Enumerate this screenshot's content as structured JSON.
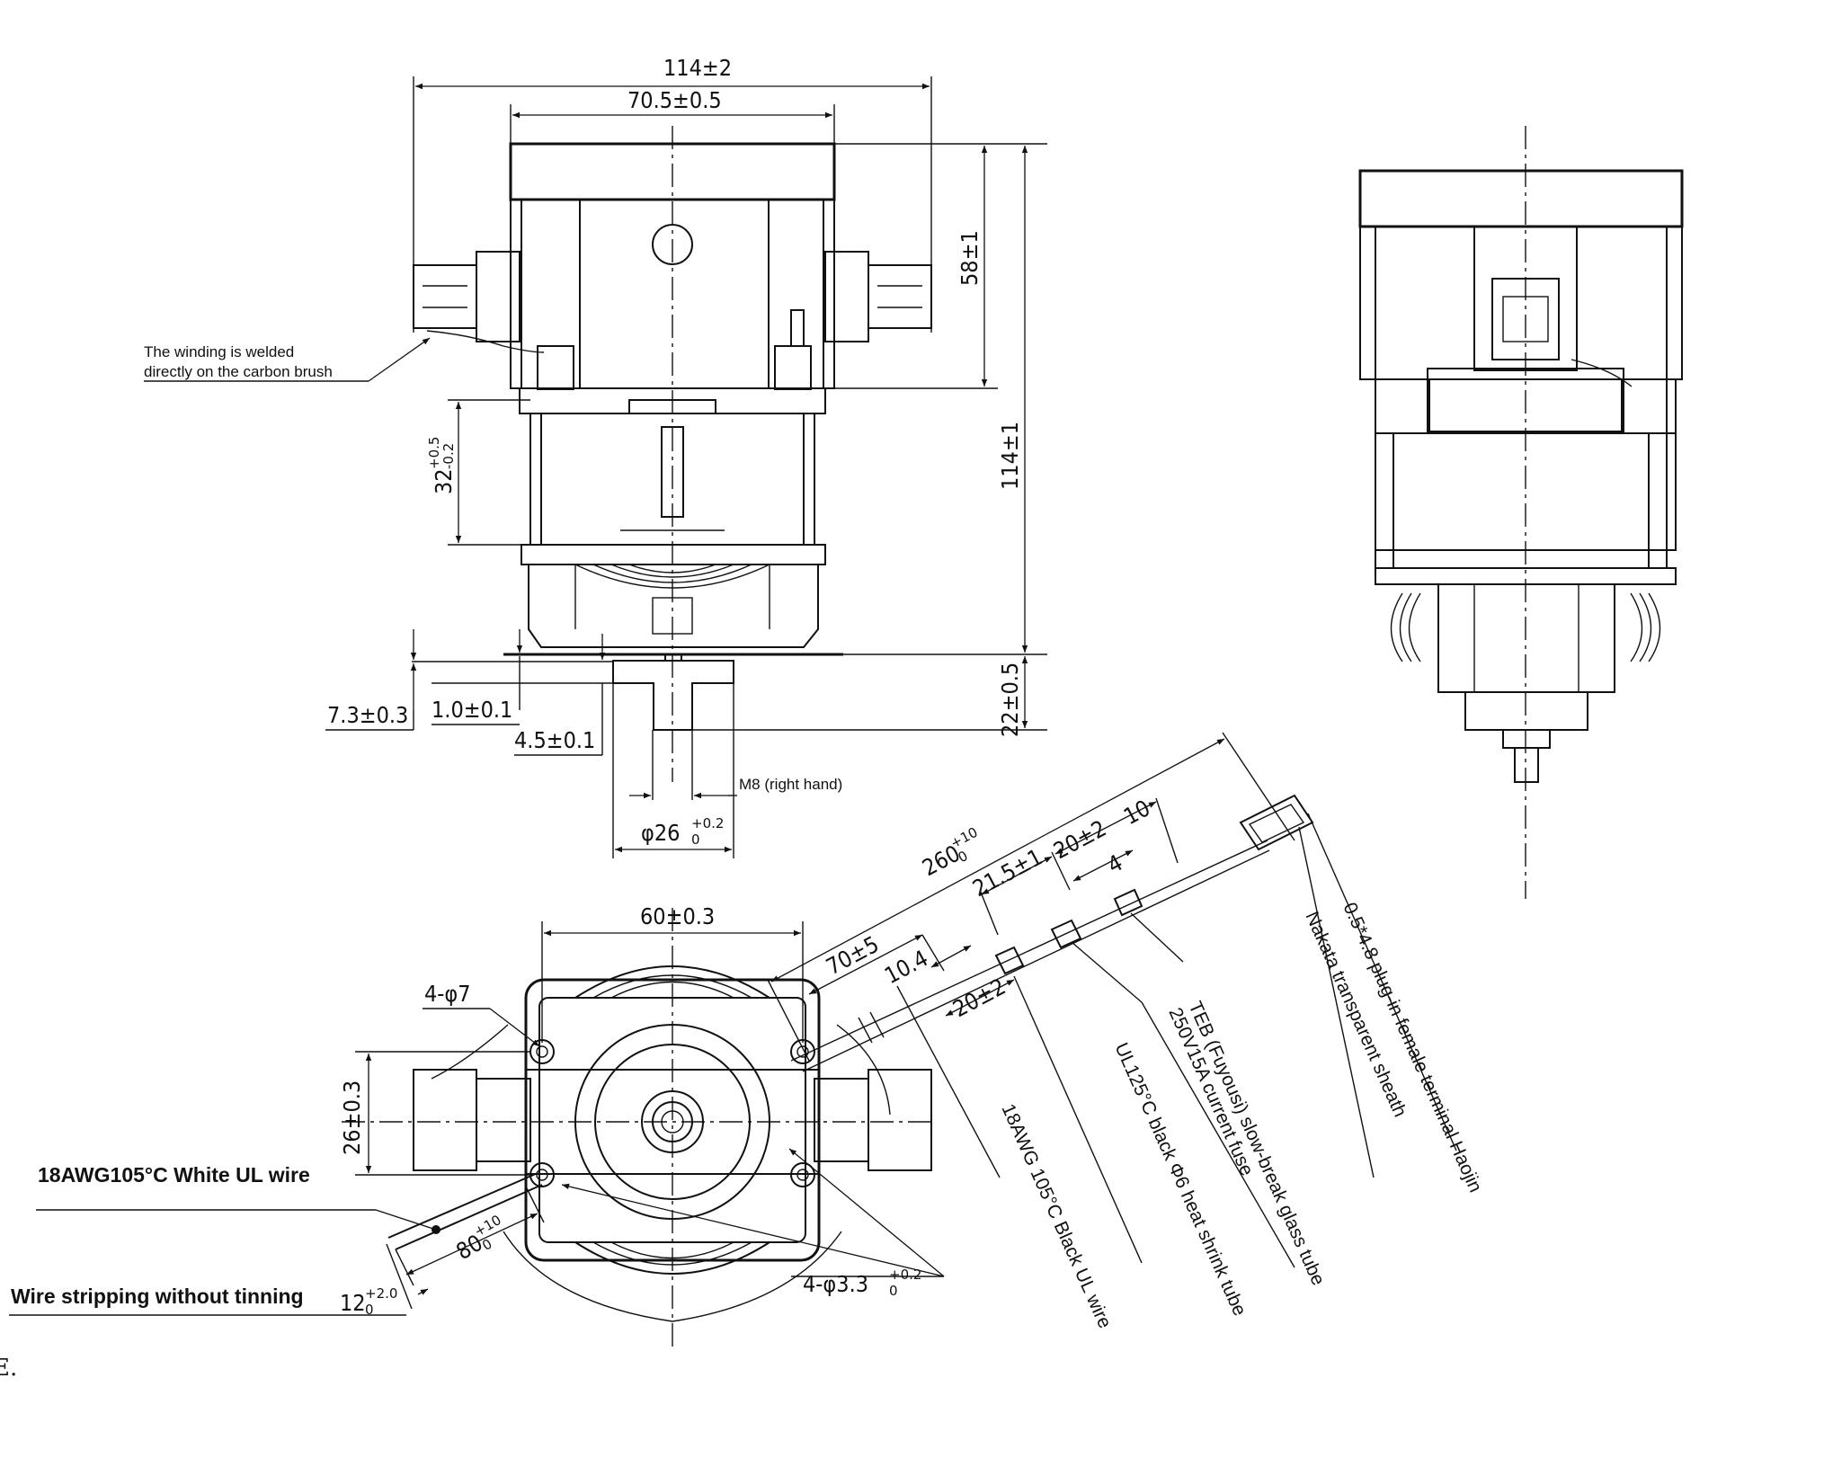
{
  "dimensions": {
    "top_width_total": "114±2",
    "top_width_inner": "70.5±0.5",
    "height_upper": "58±1",
    "height_total": "114±1",
    "stack_height": "32",
    "stack_height_tol_upper": "+0.5",
    "stack_height_tol_lower": "-0.2",
    "shaft_length": "22±0.5",
    "flange_offset": "7.3±0.3",
    "shoulder": "1.0±0.1",
    "boss": "4.5±0.1",
    "diameter": "φ26",
    "diameter_tol_upper": "+0.2",
    "diameter_tol_lower": "0",
    "thread": "M8 (right hand)",
    "bottom_width": "60±0.3",
    "bottom_height": "26±0.3",
    "mount_holes": "4-φ7",
    "small_holes": "4-φ3.3",
    "small_holes_tol_upper": "+0.2",
    "small_holes_tol_lower": "0",
    "lead_length": "260",
    "lead_length_tol_upper": "+10",
    "lead_length_tol_lower": "0",
    "lead_70": "70±5",
    "lead_10_4": "10.4",
    "lead_20_a": "20±2",
    "lead_21_5": "21.5±1",
    "lead_20_b": "20±2",
    "lead_10": "10",
    "lead_4": "4",
    "white_lead_length": "80",
    "white_lead_tol_upper": "+10",
    "white_lead_tol_lower": "0",
    "strip_length": "12",
    "strip_tol_upper": "+2.0",
    "strip_tol_lower": "0"
  },
  "notes": {
    "winding_line1": "The winding is welded",
    "winding_line2": "directly on the carbon brush",
    "white_wire": "18AWG105°C White UL wire",
    "stripping": "Wire stripping without tinning",
    "black_wire": "18AWG 105°C Black UL wire",
    "shrink_tube": "UL125°C black Φ6 heat shrink tube",
    "fuse_line1": "TEB (Fuyousi) slow-break glass tube",
    "fuse_line2": "250V15A current fuse",
    "sheath": "Nakata transparent sheath",
    "terminal": "0.5*4.8 plug-in female terminal Haojin"
  },
  "corner_mark": "E."
}
